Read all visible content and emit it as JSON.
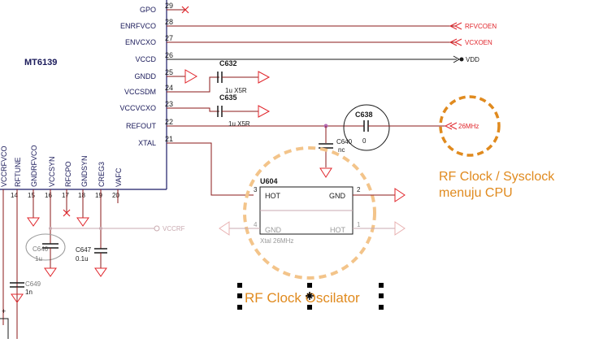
{
  "colors": {
    "wire": "#8b1a1a",
    "chip": "#1a1a66",
    "pin_label": "#1a1a5a",
    "red": "#e0242a",
    "orange": "#e08a1e",
    "peach": "#f3c48a",
    "faded": "#c9aab0",
    "gray": "#9a9a9a"
  },
  "chip": {
    "name": "MT6139"
  },
  "right_pins": [
    {
      "label": "GPO",
      "num": "29"
    },
    {
      "label": "ENRFVCO",
      "num": "28"
    },
    {
      "label": "ENVCXO",
      "num": "27"
    },
    {
      "label": "VCCD",
      "num": "26"
    },
    {
      "label": "GNDD",
      "num": "25"
    },
    {
      "label": "VCCSDM",
      "num": "24"
    },
    {
      "label": "VCCVCXO",
      "num": "23"
    },
    {
      "label": "REFOUT",
      "num": "22"
    },
    {
      "label": "XTAL",
      "num": "21"
    }
  ],
  "bottom_pins": [
    {
      "label": "VCCRFVCO",
      "num": ""
    },
    {
      "label": "RFTUNE",
      "num": "14"
    },
    {
      "label": "GNDRFVCO",
      "num": "15"
    },
    {
      "label": "VCCSYN",
      "num": "16"
    },
    {
      "label": "RFCPO",
      "num": "17"
    },
    {
      "label": "GNDSYN",
      "num": "18"
    },
    {
      "label": "CREG3",
      "num": "19"
    },
    {
      "label": "VAFC",
      "num": "20"
    }
  ],
  "nets": {
    "rfvcoen": "RFVCOEN",
    "vcxoen": "VCXOEN",
    "vdd": "VDD",
    "clk": "26MHz",
    "vccrf": "VCCRF"
  },
  "components": {
    "c632": {
      "ref": "C632",
      "value": "1u X5R"
    },
    "c635": {
      "ref": "C635",
      "value": "1u X5R"
    },
    "c638": {
      "ref": "C638",
      "value": "0"
    },
    "c640": {
      "ref": "C640",
      "value": "nc"
    },
    "c646": {
      "ref": "C646",
      "value": "1u"
    },
    "c647": {
      "ref": "C647",
      "value": "0.1u"
    },
    "c649": {
      "ref": "C649",
      "value": "1n"
    },
    "u604": {
      "ref": "U604",
      "subtitle": "Xtal 26MHz",
      "pins": [
        {
          "num": "3",
          "label": "HOT"
        },
        {
          "num": "2",
          "label": "GND"
        },
        {
          "num": "4",
          "label": "GND"
        },
        {
          "num": "1",
          "label": "HOT"
        }
      ]
    }
  },
  "annotations": {
    "rf_clock_line1": "RF Clock / Sysclock",
    "rf_clock_line2": "menuju CPU",
    "oscillator": "RF Clock Oscilator",
    "plus_sign": "+"
  }
}
